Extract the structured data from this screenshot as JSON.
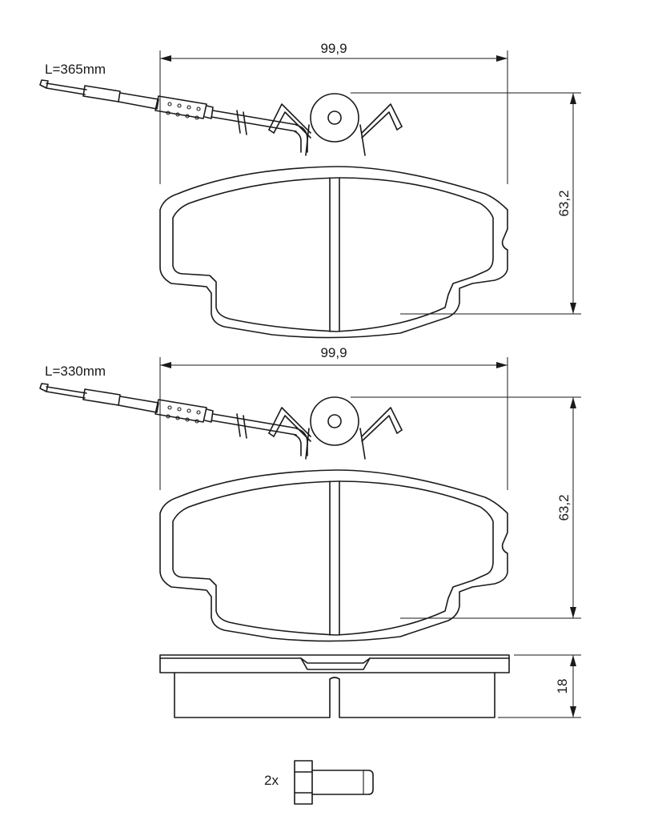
{
  "pad_top": {
    "wire_length": "L=365mm",
    "width_dim": "99,9",
    "height_dim": "63,2"
  },
  "pad_bottom": {
    "wire_length": "L=330mm",
    "width_dim": "99,9",
    "height_dim": "63,2"
  },
  "side_view": {
    "thickness_dim": "18"
  },
  "bolt": {
    "quantity": "2x"
  }
}
